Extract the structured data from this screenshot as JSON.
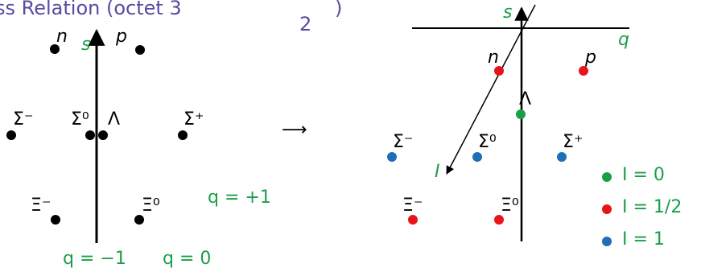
{
  "title": "ss Relation (octet 3",
  "title_sub": "2",
  "title_close": ")",
  "colors": {
    "black": "#000000",
    "green": "#1a9e4a",
    "red": "#e8141c",
    "blue": "#1f6fb8",
    "title": "#5b4ba0"
  },
  "left": {
    "axis_s": "s",
    "particles": {
      "n": "n",
      "p": "p",
      "sigma_minus": "Σ⁻",
      "sigma_zero": "Σ⁰",
      "lambda": "Λ",
      "sigma_plus": "Σ⁺",
      "xi_minus": "Ξ⁻",
      "xi_zero": "Ξ⁰"
    },
    "q_labels": {
      "minus1": "q = −1",
      "zero": "q = 0",
      "plus1": "q = +1"
    }
  },
  "arrow": "⟶",
  "right": {
    "axis_s": "s",
    "axis_q": "q",
    "axis_I": "I",
    "particles": {
      "n": "n",
      "p": "p",
      "lambda": "Λ",
      "sigma_minus": "Σ⁻",
      "sigma_zero": "Σ⁰",
      "sigma_plus": "Σ⁺",
      "xi_minus": "Ξ⁻",
      "xi_zero": "Ξ⁰"
    },
    "legend": [
      {
        "label": "I = 0",
        "color": "#1a9e4a"
      },
      {
        "label": "I = 1/2",
        "color": "#e8141c"
      },
      {
        "label": "I = 1",
        "color": "#1f6fb8"
      }
    ]
  }
}
